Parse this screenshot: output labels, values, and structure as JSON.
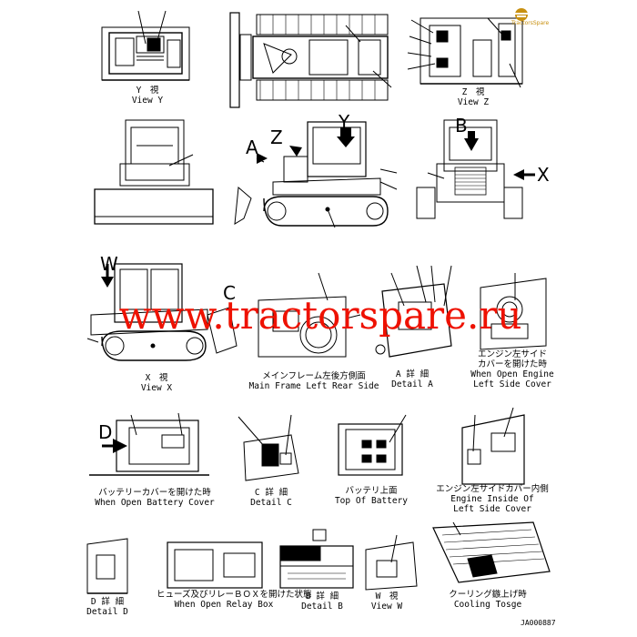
{
  "watermark": "www.tractorspare.ru",
  "logo_text": "TractorsSpare",
  "document_id": "JA000887",
  "callout_labels": {
    "A": "A",
    "Z": "Z",
    "Y": "Y",
    "B": "B",
    "X": "X",
    "W": "W",
    "C": "C",
    "D": "D"
  },
  "views": {
    "view_y": {
      "ja": "Y　視",
      "en": "View Y"
    },
    "view_z": {
      "ja": "Z　視",
      "en": "View Z"
    },
    "view_x": {
      "ja": "X　視",
      "en": "View X"
    },
    "main_frame": {
      "ja": "メインフレーム左後方側面",
      "en": "Main Frame Left Rear Side"
    },
    "detail_a": {
      "ja": "A 詳 細",
      "en": "Detail A"
    },
    "engine_left_cover": {
      "ja1": "エンジン左サイド",
      "ja2": "カバーを開けた時",
      "en1": "When Open Engine",
      "en2": "Left Side Cover"
    },
    "battery_cover": {
      "ja": "バッテリーカバーを開けた時",
      "en": "When Open Battery Cover"
    },
    "detail_c": {
      "ja": "C 詳 細",
      "en": "Detail C"
    },
    "top_battery": {
      "ja": "バッテリ上面",
      "en": "Top Of Battery"
    },
    "engine_inside": {
      "ja": "エンジン左サイドカバー内側",
      "en1": "Engine Inside Of",
      "en2": "Left Side Cover"
    },
    "detail_d": {
      "ja": "D 詳 細",
      "en": "Detail D"
    },
    "relay_box": {
      "ja": "ヒューズ及びリレーＢＯＸを開けた状態",
      "en": "When Open Relay Box"
    },
    "detail_b": {
      "ja": "B 詳 細",
      "en": "Detail B"
    },
    "view_w": {
      "ja": "W　視",
      "en": "View W"
    },
    "cooling": {
      "ja": "クーリング鏃上げ時",
      "en": "Cooling Tosge"
    }
  },
  "colors": {
    "watermark": "#ee1100",
    "ink": "#000000",
    "logo": "#c89010"
  }
}
